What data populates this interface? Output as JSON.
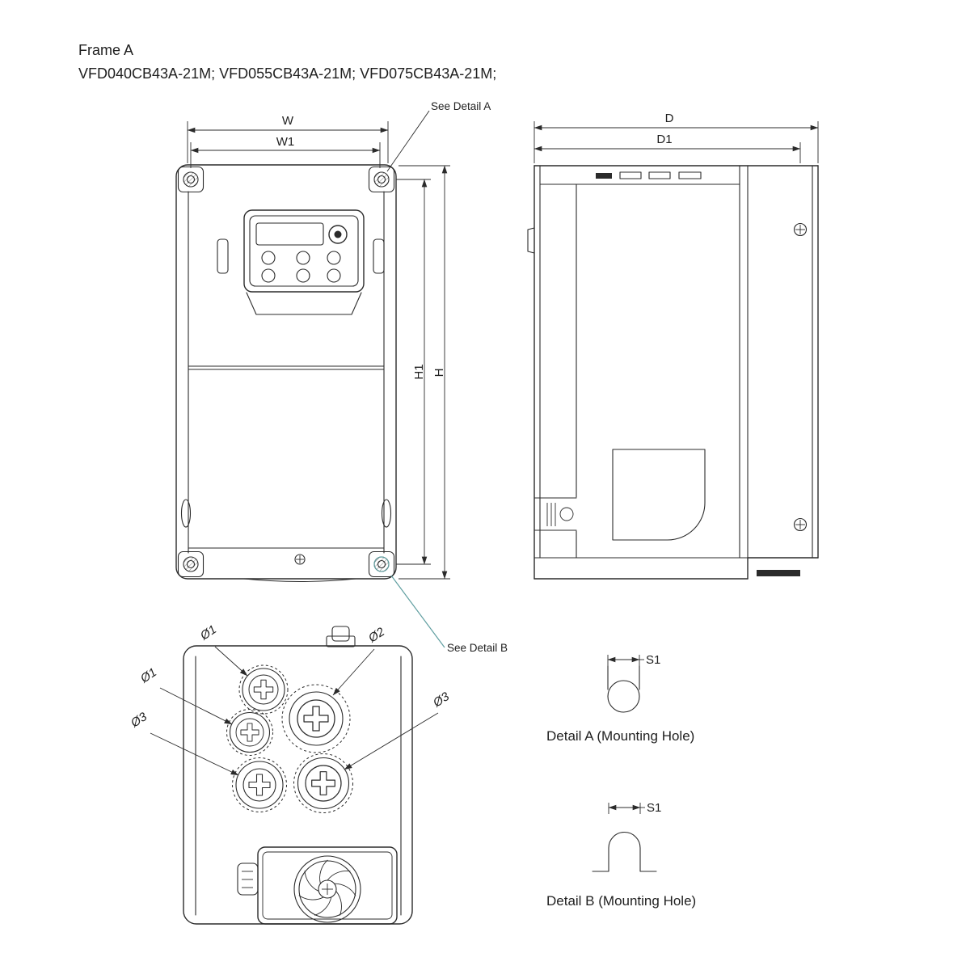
{
  "header": {
    "frame": "Frame A",
    "models": "VFD040CB43A-21M; VFD055CB43A-21M; VFD075CB43A-21M;"
  },
  "annotations": {
    "see_detail_a": "See Detail A",
    "see_detail_b": "See Detail B"
  },
  "dimensions": {
    "front": {
      "w": "W",
      "w1": "W1",
      "h": "H",
      "h1": "H1"
    },
    "side": {
      "d": "D",
      "d1": "D1"
    },
    "bottom": {
      "dia1_top": "Ø1",
      "dia2": "Ø2",
      "dia1_left": "Ø1",
      "dia3_left": "Ø3",
      "dia3_right": "Ø3"
    },
    "detail_a_s1": "S1",
    "detail_b_s1": "S1"
  },
  "details": {
    "a_caption": "Detail A (Mounting Hole)",
    "b_caption": "Detail B (Mounting Hole)"
  },
  "colors": {
    "line": "#2b2b2b",
    "text": "#1f1f1f",
    "accent_teal": "#5f9ea0",
    "background": "#ffffff"
  }
}
